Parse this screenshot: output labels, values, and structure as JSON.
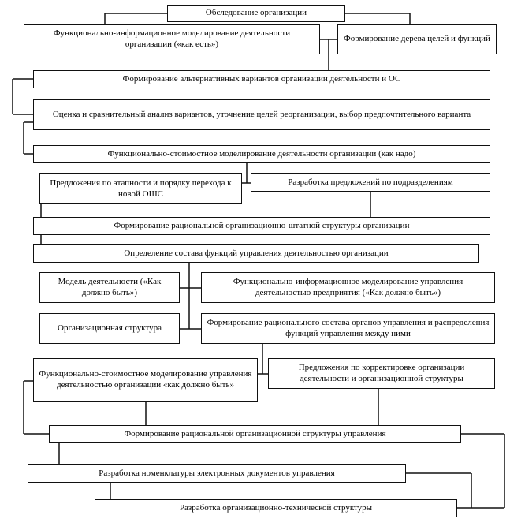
{
  "diagram": {
    "type": "flowchart",
    "language": "ru",
    "colors": {
      "background": "#ffffff",
      "box_fill": "#ffffff",
      "box_border": "#111111",
      "line": "#111111",
      "text": "#000000"
    },
    "boxes": [
      {
        "id": "survey-organization",
        "label": "Обследование организации"
      },
      {
        "id": "functional-info-modeling-as-is",
        "label": "Функционально-информационное моделирование деятельности организации («как есть»)"
      },
      {
        "id": "goals-functions-tree",
        "label": "Формирование дерева целей и функций"
      },
      {
        "id": "alternative-variants",
        "label": "Формирование альтернативных вариантов организации деятельности и ОС"
      },
      {
        "id": "variants-evaluation",
        "label": "Оценка и сравнительный анализ вариантов, уточнение целей реорганизации, выбор предпочтительного варианта"
      },
      {
        "id": "functional-cost-modeling-as-needed",
        "label": "Функционально-стоимостное моделирование деятельности организации (как надо)"
      },
      {
        "id": "transition-stages-proposals",
        "label": "Предложения по этапности и порядку перехода к новой ОШС"
      },
      {
        "id": "department-proposals",
        "label": "Разработка предложений по подразделениям"
      },
      {
        "id": "rational-org-staff-structure",
        "label": "Формирование рациональной организационно-штатной структуры организации"
      },
      {
        "id": "management-functions-composition",
        "label": "Определение состава функций управления деятельностью организации"
      },
      {
        "id": "activity-model-to-be",
        "label": "Модель деятельности («Как должно быть»)"
      },
      {
        "id": "functional-info-modeling-management-to-be",
        "label": "Функционально-информационное моделирование управления деятельностью предприятия  («Как должно быть»)"
      },
      {
        "id": "organizational-structure",
        "label": "Организационная структура"
      },
      {
        "id": "rational-management-bodies",
        "label": "Формирование рационального состава органов управления и распределения функций управления между ними"
      },
      {
        "id": "functional-cost-modeling-management-to-be",
        "label": "Функционально-стоимостное моделирование управления деятельностью организации «как должно быть»"
      },
      {
        "id": "activity-adjustment-proposals",
        "label": "Предложения по корректировке организации деятельности и организационной структуры"
      },
      {
        "id": "rational-org-management-structure",
        "label": "Формирование рациональной организационной структуры управления"
      },
      {
        "id": "electronic-documents-nomenclature",
        "label": "Разработка номенклатуры электронных документов управления"
      },
      {
        "id": "org-technical-structure",
        "label": "Разработка организационно-технической структуры"
      }
    ]
  }
}
